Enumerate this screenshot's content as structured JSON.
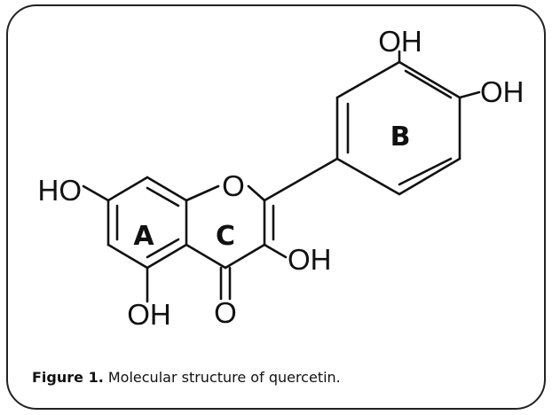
{
  "figure": {
    "label": "Figure 1.",
    "caption": "Molecular structure of quercetin."
  },
  "structure": {
    "atoms": {
      "oh_3prime": "OH",
      "oh_4prime": "OH",
      "oh_7": "HO",
      "ring_oxygen": "O",
      "oh_3": "OH",
      "oh_5": "OH",
      "carbonyl_oxygen": "O"
    },
    "rings": {
      "a": "A",
      "b": "B",
      "c": "C"
    }
  }
}
